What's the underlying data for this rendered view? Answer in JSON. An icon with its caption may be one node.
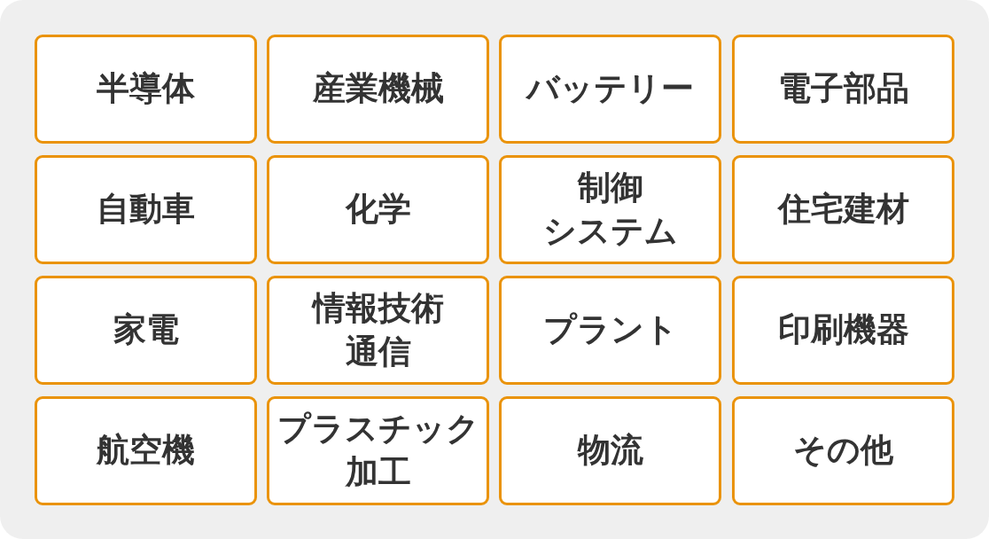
{
  "diagram": {
    "nodes": [
      {
        "text": [
          "半導体"
        ]
      },
      {
        "text": [
          "産業機械"
        ]
      },
      {
        "text": [
          "バッテリー"
        ]
      },
      {
        "text": [
          "電子部品"
        ]
      },
      {
        "text": [
          "自動車"
        ]
      },
      {
        "text": [
          "化学"
        ]
      },
      {
        "text": [
          "制御システム"
        ]
      },
      {
        "text": [
          "住宅建材"
        ]
      },
      {
        "text": [
          "家電"
        ]
      },
      {
        "text": [
          "情報技術通信"
        ]
      },
      {
        "text": [
          "プラント"
        ]
      },
      {
        "text": [
          "印刷機器"
        ]
      },
      {
        "text": [
          "航空機"
        ]
      },
      {
        "text": [
          "プラスチック加工"
        ]
      },
      {
        "text": [
          "物流"
        ]
      },
      {
        "text": [
          "その他"
        ]
      }
    ],
    "edges": []
  }
}
